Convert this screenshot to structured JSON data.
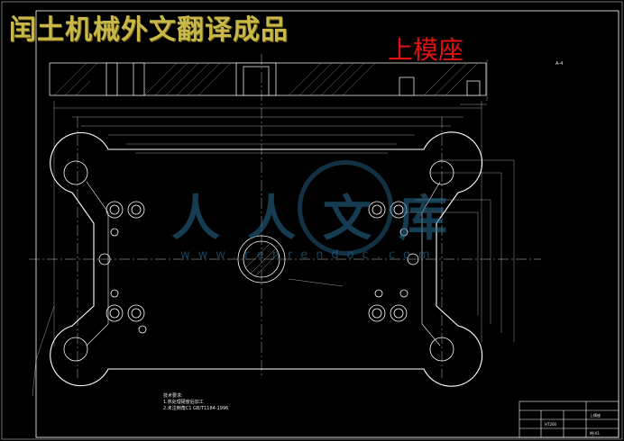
{
  "banner": {
    "text": "闰土机械外文翻译成品"
  },
  "drawing": {
    "name": "上模座",
    "scale_note": "A-4"
  },
  "watermark": {
    "cn": "人人文库",
    "en": "www.renrendoc.com"
  },
  "notes": {
    "heading": "技术要求:",
    "line1": "1.热处理硬度后加工",
    "line2": "2.未注倒角C1 GB/T1184-1996"
  },
  "title_block": {
    "part_name": "上模座",
    "material": "HT200",
    "drawing_no": "MJ-01"
  },
  "colors": {
    "line": "#ffffff",
    "center": "#e8e8e8",
    "banner": "#c8b84a",
    "name": "#e01010",
    "watermark": "#2a6e96"
  }
}
